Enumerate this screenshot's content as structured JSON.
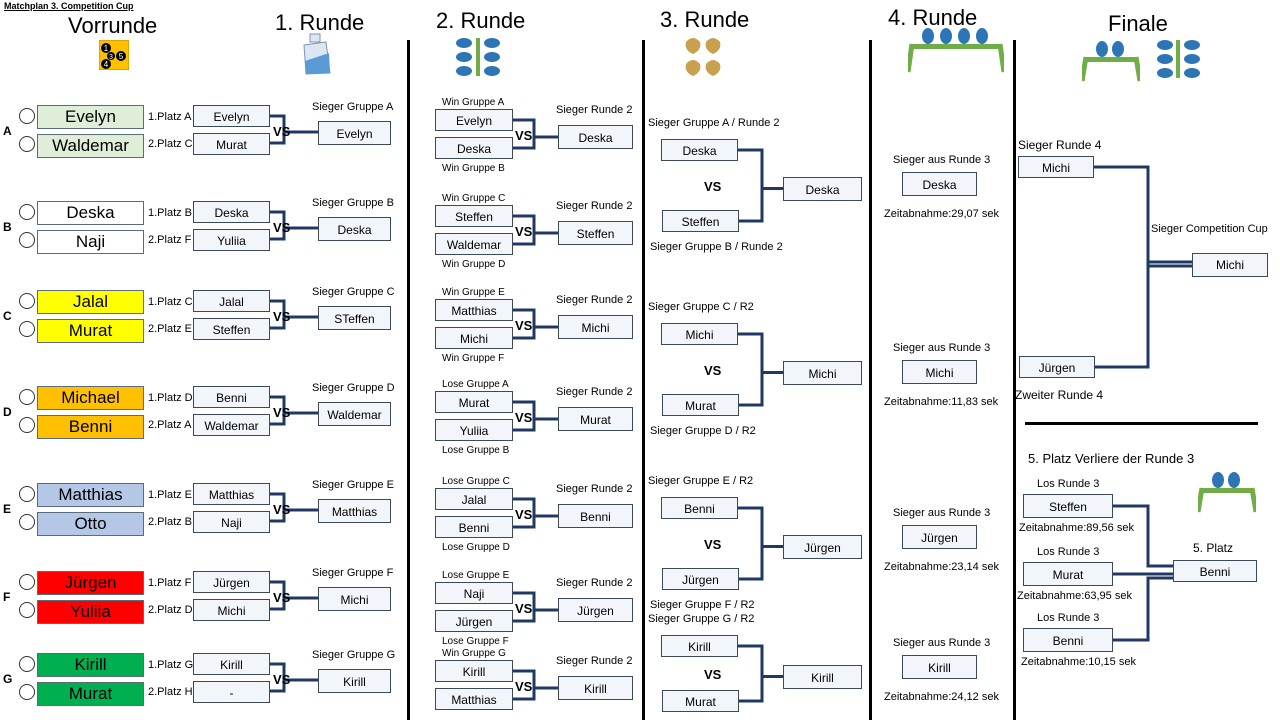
{
  "doc_title": "Matchplan 3. Competition Cup",
  "headers": {
    "vorrunde": "Vorrunde",
    "runde1": "1. Runde",
    "runde2": "2. Runde",
    "runde3": "3. Runde",
    "runde4": "4. Runde",
    "finale": "Finale"
  },
  "vorrunde_icon_numbers": [
    "1",
    "3",
    "5",
    "4"
  ],
  "groups": [
    {
      "letter": "A",
      "players": [
        "Evelyn",
        "Waldemar"
      ],
      "colors": [
        "#dfeed6",
        "#dfeed6"
      ],
      "slot1": "1.Platz A",
      "slot2": "2.Platz C",
      "r1": [
        "Evelyn",
        "Murat"
      ],
      "winner_label": "Sieger Gruppe A",
      "winner": "Evelyn"
    },
    {
      "letter": "B",
      "players": [
        "Deska",
        "Naji"
      ],
      "colors": [
        "#ffffff",
        "#ffffff"
      ],
      "slot1": "1.Platz B",
      "slot2": "2.Platz F",
      "r1": [
        "Deska",
        "Yuliia"
      ],
      "winner_label": "Sieger Gruppe B",
      "winner": "Deska"
    },
    {
      "letter": "C",
      "players": [
        "Jalal",
        "Murat"
      ],
      "colors": [
        "#ffff00",
        "#ffff00"
      ],
      "slot1": "1.Platz C",
      "slot2": "2.Platz E",
      "r1": [
        "Jalal",
        "Steffen"
      ],
      "winner_label": "Sieger Gruppe C",
      "winner": "STeffen"
    },
    {
      "letter": "D",
      "players": [
        "Michael",
        "Benni"
      ],
      "colors": [
        "#ffc000",
        "#ffc000"
      ],
      "slot1": "1.Platz D",
      "slot2": "2.Platz A",
      "r1": [
        "Benni",
        "Waldemar"
      ],
      "winner_label": "Sieger Gruppe D",
      "winner": "Waldemar"
    },
    {
      "letter": "E",
      "players": [
        "Matthias",
        "Otto"
      ],
      "colors": [
        "#b4c7e7",
        "#b4c7e7"
      ],
      "slot1": "1.Platz E",
      "slot2": "2.Platz B",
      "r1": [
        "Matthias",
        "Naji"
      ],
      "winner_label": "Sieger Gruppe E",
      "winner": "Matthias"
    },
    {
      "letter": "F",
      "players": [
        "Jürgen",
        "Yuliia"
      ],
      "colors": [
        "#ff0000",
        "#ff0000"
      ],
      "slot1": "1.Platz F",
      "slot2": "2.Platz D",
      "r1": [
        "Jürgen",
        "Michi"
      ],
      "winner_label": "Sieger Gruppe F",
      "winner": "Michi"
    },
    {
      "letter": "G",
      "players": [
        "Kirill",
        "Murat"
      ],
      "colors": [
        "#00b050",
        "#00b050"
      ],
      "slot1": "1.Platz G",
      "slot2": "2.Platz H",
      "r1": [
        "Kirill",
        "-"
      ],
      "winner_label": "Sieger Gruppe G",
      "winner": "Kirill"
    }
  ],
  "vs": "VS",
  "runde2": [
    {
      "top_label": "Win Gruppe A",
      "bottom_label": "Win Gruppe B",
      "p1": "Evelyn",
      "p2": "Deska",
      "winner_label": "Sieger Runde 2",
      "winner": "Deska"
    },
    {
      "top_label": "Win Gruppe C",
      "bottom_label": "Win Gruppe D",
      "p1": "Steffen",
      "p2": "Waldemar",
      "winner_label": "Sieger Runde 2",
      "winner": "Steffen"
    },
    {
      "top_label": "Win Gruppe E",
      "bottom_label": "Win Gruppe F",
      "p1": "Matthias",
      "p2": "Michi",
      "winner_label": "Sieger Runde 2",
      "winner": "Michi"
    },
    {
      "top_label": "Lose Gruppe A",
      "bottom_label": "Lose Gruppe B",
      "p1": "Murat",
      "p2": "Yuliia",
      "winner_label": "Sieger Runde 2",
      "winner": "Murat"
    },
    {
      "top_label": "Lose Gruppe C",
      "bottom_label": "Lose Gruppe D",
      "p1": "Jalal",
      "p2": "Benni",
      "winner_label": "Sieger Runde 2",
      "winner": "Benni"
    },
    {
      "top_label": "Lose Gruppe E",
      "bottom_label": "Lose Gruppe F",
      "p1": "Naji",
      "p2": "Jürgen",
      "winner_label": "Sieger Runde 2",
      "winner": "Jürgen"
    },
    {
      "top_label": "Win Gruppe G",
      "bottom_label": "",
      "p1": "Kirill",
      "p2": "Matthias",
      "winner_label": "Sieger Runde 2",
      "winner": "Kirill"
    }
  ],
  "runde3": [
    {
      "top_label": "Sieger Gruppe A / Runde 2",
      "bottom_label": "Sieger Gruppe B / Runde 2",
      "p1": "Deska",
      "p2": "Steffen",
      "winner": "Deska"
    },
    {
      "top_label": "Sieger Gruppe C / R2",
      "bottom_label": "Sieger Gruppe D / R2",
      "p1": "Michi",
      "p2": "Murat",
      "winner": "Michi"
    },
    {
      "top_label": "Sieger Gruppe E / R2",
      "bottom_label": "Sieger Gruppe F / R2",
      "p1": "Benni",
      "p2": "Jürgen",
      "winner": "Jürgen"
    },
    {
      "top_label": "Sieger Gruppe G / R2",
      "bottom_label": "",
      "p1": "Kirill",
      "p2": "Murat",
      "winner": "Kirill"
    }
  ],
  "runde4": [
    {
      "label": "Sieger aus Runde 3",
      "name": "Deska",
      "time": "Zeitabnahme:29,07 sek"
    },
    {
      "label": "Sieger aus Runde 3",
      "name": "Michi",
      "time": "Zeitabnahme:11,83 sek"
    },
    {
      "label": "Sieger aus Runde 3",
      "name": "Jürgen",
      "time": "Zeitabnahme:23,14 sek"
    },
    {
      "label": "Sieger aus Runde 3",
      "name": "Kirill",
      "time": "Zeitabnahme:24,12 sek"
    }
  ],
  "finale": {
    "top_label": "Sieger Runde 4",
    "p1": "Michi",
    "p2": "Jürgen",
    "bottom_label": "Zweiter Runde 4",
    "winner_label": "Sieger Competition Cup",
    "winner": "Michi"
  },
  "fifth": {
    "title": "5. Platz  Verliere der Runde 3",
    "entries": [
      {
        "label": "Los Runde 3",
        "name": "Steffen",
        "time": "Zeitabnahme:89,56 sek"
      },
      {
        "label": "Los Runde 3",
        "name": "Murat",
        "time": "Zeitabnahme:63,95 sek"
      },
      {
        "label": "Los Runde 3",
        "name": "Benni",
        "time": "Zeitabnahme:10,15 sek"
      }
    ],
    "result_label": "5. Platz",
    "result": "Benni"
  }
}
